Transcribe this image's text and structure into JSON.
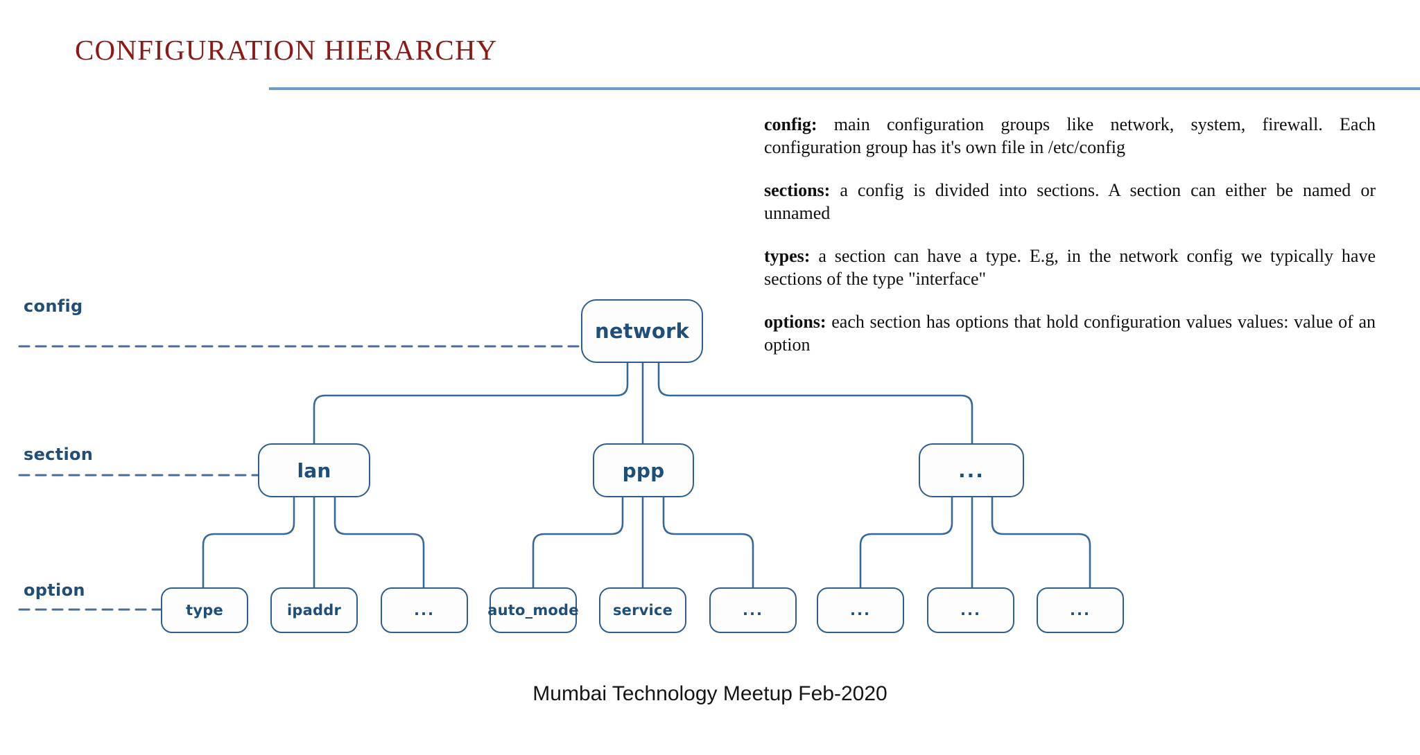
{
  "slide": {
    "title": "CONFIGURATION  HIERARCHY",
    "footer": "Mumbai Technology Meetup Feb-2020",
    "accent_rule_color": "#6C9BC8",
    "title_color": "#8B1A16"
  },
  "notes": [
    {
      "term": "config:",
      "text": " main configuration groups like network, system, firewall. Each configuration group has it's own file in /etc/config"
    },
    {
      "term": "sections:",
      "text": " a config is divided into sections. A section can either be named or unnamed"
    },
    {
      "term": "types:",
      "text": " a section can have a type. E.g, in the network config we typically have sections of the type \"interface\""
    },
    {
      "term": "options:",
      "text": " each section has options that hold configuration values values: value of an option"
    }
  ],
  "diagram": {
    "node_border_color": "#2E5E8E",
    "node_text_color": "#1F4E79",
    "connector_color": "#36689B",
    "dashed_guide_color": "#4A6C96",
    "row_labels": [
      {
        "name": "config",
        "text": "config"
      },
      {
        "name": "section",
        "text": "section"
      },
      {
        "name": "option",
        "text": "option"
      }
    ],
    "root": {
      "label": "network"
    },
    "sections": [
      {
        "label": "lan",
        "options": [
          {
            "label": "type"
          },
          {
            "label": "ipaddr"
          },
          {
            "label": "..."
          }
        ]
      },
      {
        "label": "ppp",
        "options": [
          {
            "label": "auto_mode"
          },
          {
            "label": "service"
          },
          {
            "label": "..."
          }
        ]
      },
      {
        "label": "...",
        "options": [
          {
            "label": "..."
          },
          {
            "label": "..."
          },
          {
            "label": "..."
          }
        ]
      }
    ]
  }
}
